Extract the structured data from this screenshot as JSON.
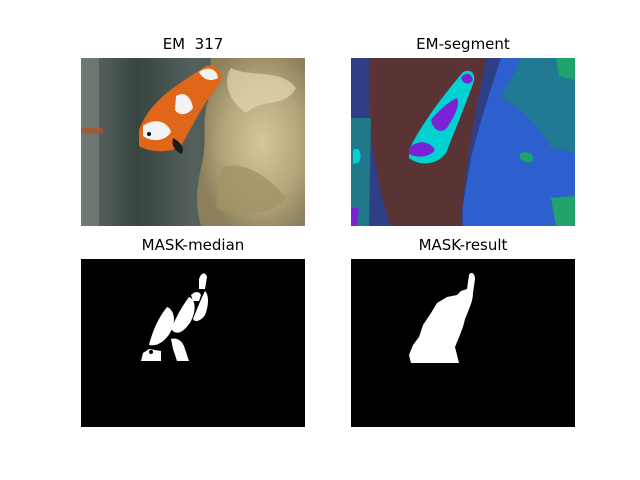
{
  "panels": [
    {
      "title": "EM  317"
    },
    {
      "title": "EM-segment"
    },
    {
      "title": "MASK-median"
    },
    {
      "title": "MASK-result"
    }
  ],
  "colors": {
    "mask_background": "#000000",
    "mask_foreground": "#ffffff",
    "segment_dark_red": "#5a3434",
    "segment_dark_blue": "#2f3f86",
    "segment_blue": "#2d5fcf",
    "segment_teal": "#1e7f8a",
    "segment_green": "#1fa36a",
    "segment_cyan": "#00d1d1",
    "segment_purple": "#7a22d6",
    "photo_rock": "#c4b58a",
    "photo_water": "#4f5a58",
    "photo_fish_orange": "#e0671a"
  }
}
